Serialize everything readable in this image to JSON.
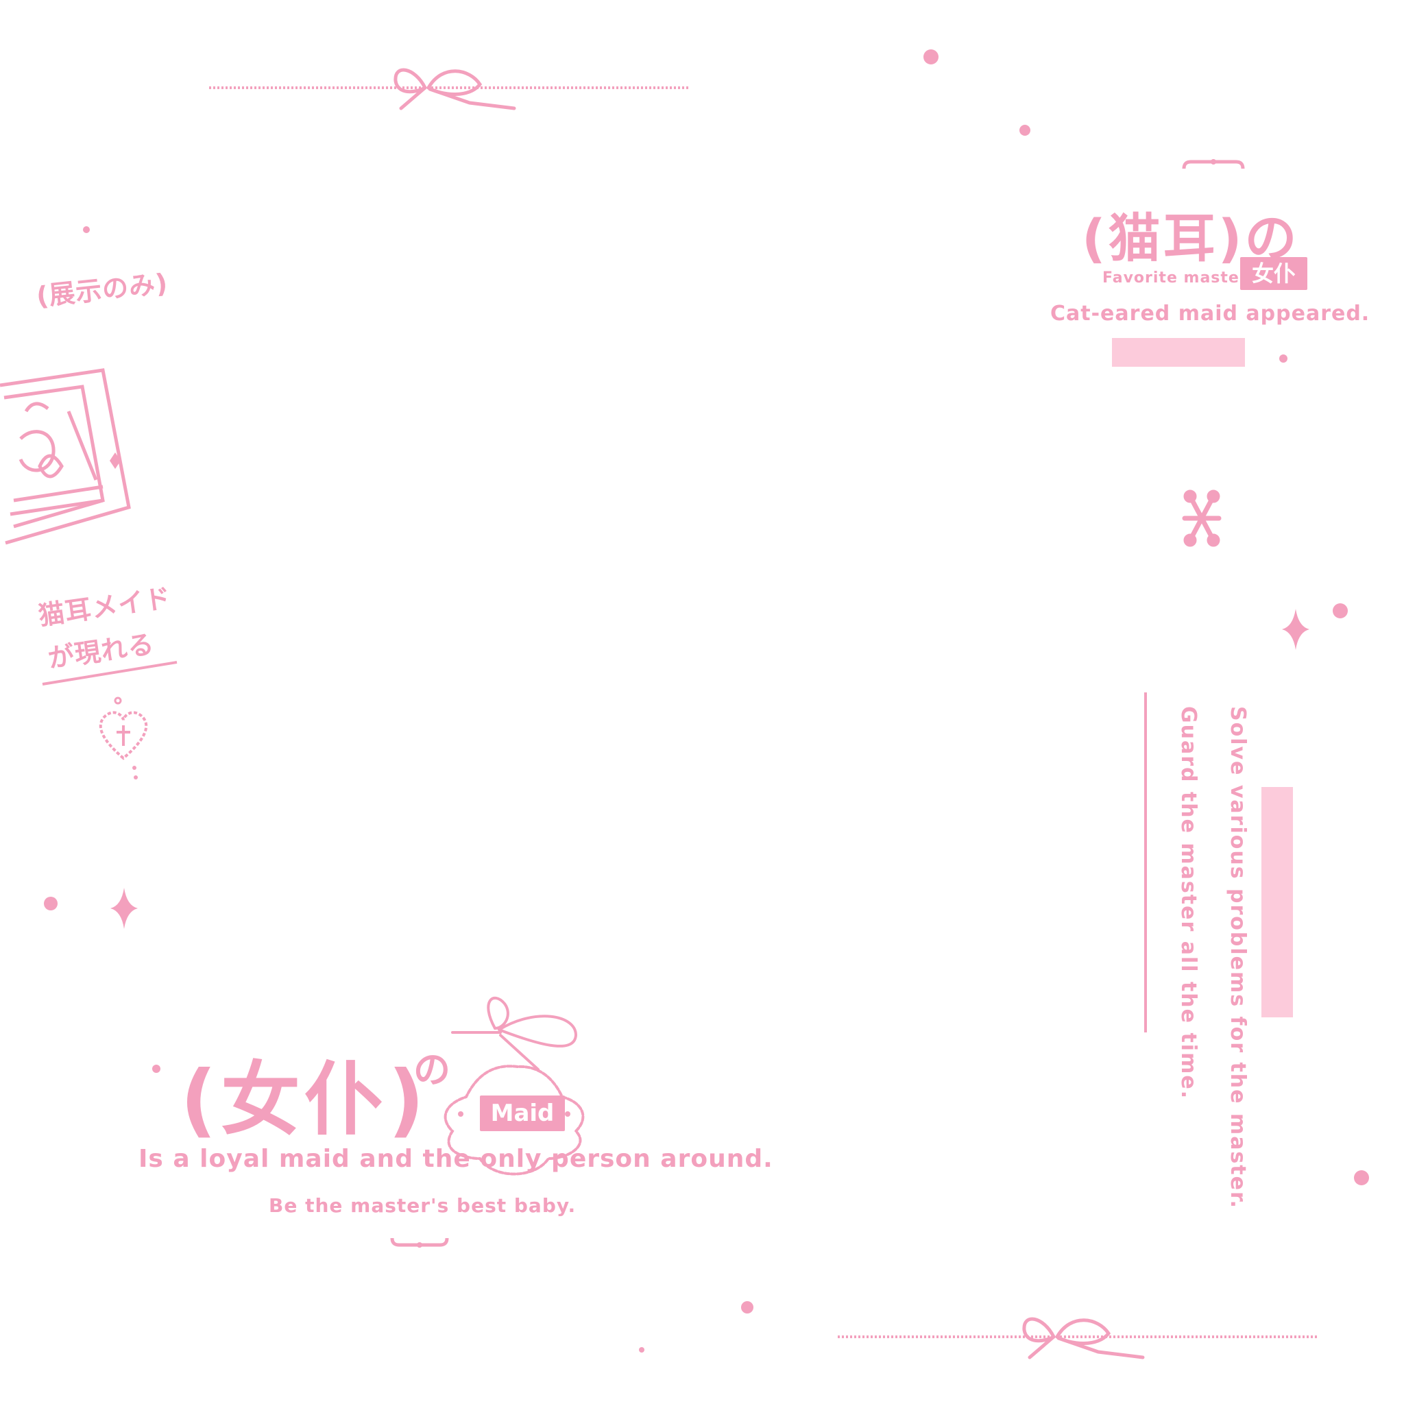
{
  "colors": {
    "accent": "#f3a0bd",
    "soft": "#fccbdb",
    "background": "#ffffff"
  },
  "top_right": {
    "jp_title": "(猫耳)の",
    "favorite": "Favorite master",
    "tag": "女仆",
    "tagline": "Cat-eared maid appeared."
  },
  "left": {
    "display_only": "(展示のみ)",
    "vertical_jp_line1": "猫耳メイド",
    "vertical_jp_line2": "が現れる"
  },
  "right_vertical": {
    "line1": "Solve various problems for the master.",
    "line2": "Guard the master all the time."
  },
  "bottom_left": {
    "jp_title": "(女仆)",
    "jp_no": "の",
    "badge": "Maid",
    "line1": "Is a loyal maid and the only person around.",
    "line2": "Be the master's best baby."
  },
  "icons": [
    "bow-icon",
    "sparkle-icon",
    "heart-cross-icon",
    "cat-maid-illustration"
  ]
}
